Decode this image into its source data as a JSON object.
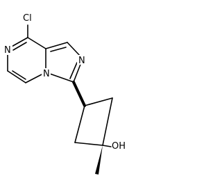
{
  "molecule": {
    "atoms": {
      "chlorine": "Cl",
      "pyrazine_nitrogen": "N",
      "bridgehead_nitrogen": "N",
      "imidazole_nitrogen": "N",
      "hydroxyl": "OH"
    },
    "colors": {
      "bond": "#000000",
      "label": "#000000",
      "background": "#ffffff"
    }
  }
}
